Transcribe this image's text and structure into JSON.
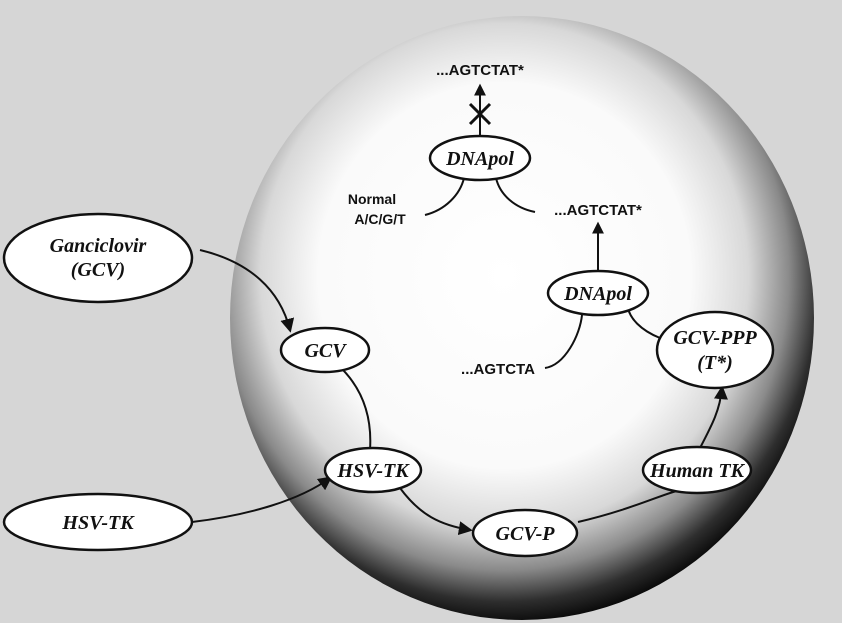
{
  "diagram": {
    "nodes": {
      "ganciclovir": {
        "line1": "Ganciclovir",
        "line2": "(GCV)"
      },
      "gcv": {
        "label": "GCV"
      },
      "hsv_tk_inner": {
        "label": "HSV-TK"
      },
      "hsv_tk_outer": {
        "label": "HSV-TK"
      },
      "gcv_p": {
        "label": "GCV-P"
      },
      "human_tk": {
        "label": "Human TK"
      },
      "gcv_ppp": {
        "line1": "GCV-PPP",
        "line2": "(T*)"
      },
      "dnapol_top": {
        "label": "DNApol"
      },
      "dnapol_mid": {
        "label": "DNApol"
      }
    },
    "labels": {
      "normal_line1": "Normal",
      "normal_line2": "A/C/G/T",
      "seq_top": "...AGTCTAT*",
      "seq_mid": "...AGTCTAT*",
      "seq_low": "...AGTCTA"
    },
    "colors": {
      "background": "#d9d9d9",
      "stroke": "#111111",
      "node_fill": "#ffffff"
    }
  }
}
